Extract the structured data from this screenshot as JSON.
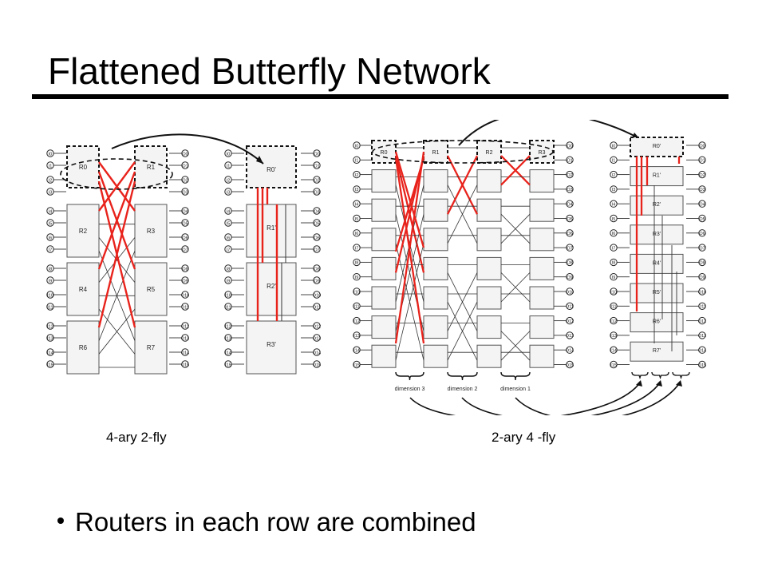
{
  "slide": {
    "title": "Flattened Butterfly Network",
    "caption_left": "4-ary 2-fly",
    "caption_right": "2-ary 4 -fly",
    "bullet": "Routers in each row are combined"
  },
  "diagram": {
    "colors": {
      "highlight": "#e8231c",
      "box_stroke": "#555555",
      "line": "#333333",
      "box_fill": "#f4f4f4"
    },
    "inputs": [
      "I0",
      "I1",
      "I2",
      "I3",
      "I4",
      "I5",
      "I6",
      "I7",
      "I8",
      "I9",
      "I10",
      "I11",
      "I12",
      "I13",
      "I14",
      "I15"
    ],
    "outputs": [
      "O0",
      "O1",
      "O2",
      "O3",
      "O4",
      "O5",
      "O6",
      "O7",
      "O8",
      "O9",
      "O10",
      "O11",
      "O12",
      "O13",
      "O14",
      "O15"
    ],
    "four_ary": {
      "routers_left": [
        "R0",
        "R2",
        "R4",
        "R6"
      ],
      "routers_right": [
        "R1",
        "R3",
        "R5",
        "R7"
      ],
      "routers_flat": [
        "R0'",
        "R1'",
        "R2'",
        "R3'"
      ]
    },
    "two_ary": {
      "top_routers": [
        "R0",
        "R1",
        "R2",
        "R3"
      ],
      "routers_flat": [
        "R0'",
        "R1'",
        "R2'",
        "R3'",
        "R4'",
        "R5'",
        "R6'",
        "R7'"
      ],
      "dimensions": [
        "dimension 3",
        "dimension 2",
        "dimension 1"
      ]
    }
  }
}
